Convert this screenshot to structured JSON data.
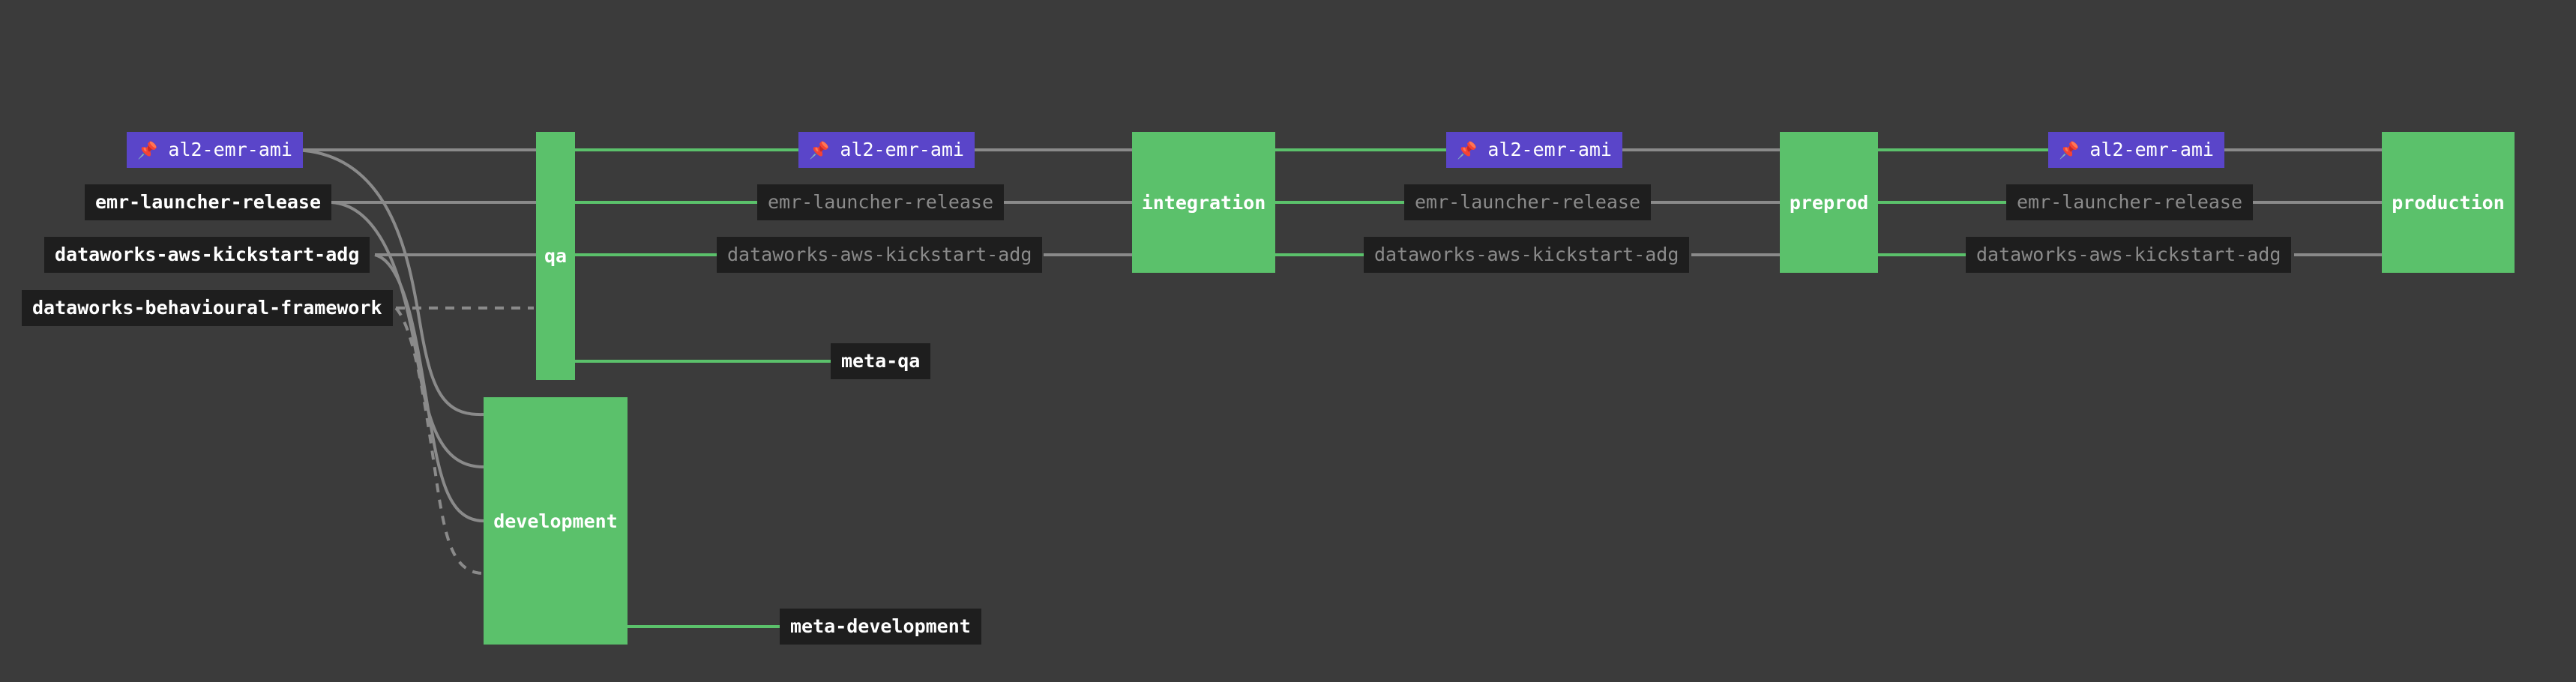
{
  "pipeline": {
    "inputs": [
      {
        "label": "al2-emr-ami",
        "pinned": true
      },
      {
        "label": "emr-launcher-release",
        "pinned": false
      },
      {
        "label": "dataworks-aws-kickstart-adg",
        "pinned": false
      },
      {
        "label": "dataworks-behavioural-framework",
        "pinned": false
      }
    ],
    "jobs": {
      "qa": "qa",
      "integration": "integration",
      "preprod": "preprod",
      "production": "production",
      "development": "development"
    },
    "stage_resources": {
      "al2_emr_ami": "al2-emr-ami",
      "emr_launcher_release": "emr-launcher-release",
      "dataworks_aws_kickstart_adg": "dataworks-aws-kickstart-adg"
    },
    "outputs": {
      "meta_qa": "meta-qa",
      "meta_development": "meta-development"
    },
    "pin_icon": "pushpin-icon",
    "colors": {
      "background": "#3b3b3b",
      "job": "#5bc16b",
      "pinned": "#5a45c9",
      "resource": "#1e1e1e",
      "edge_active": "#5bc16b",
      "edge_idle": "#8a8a8a"
    }
  }
}
